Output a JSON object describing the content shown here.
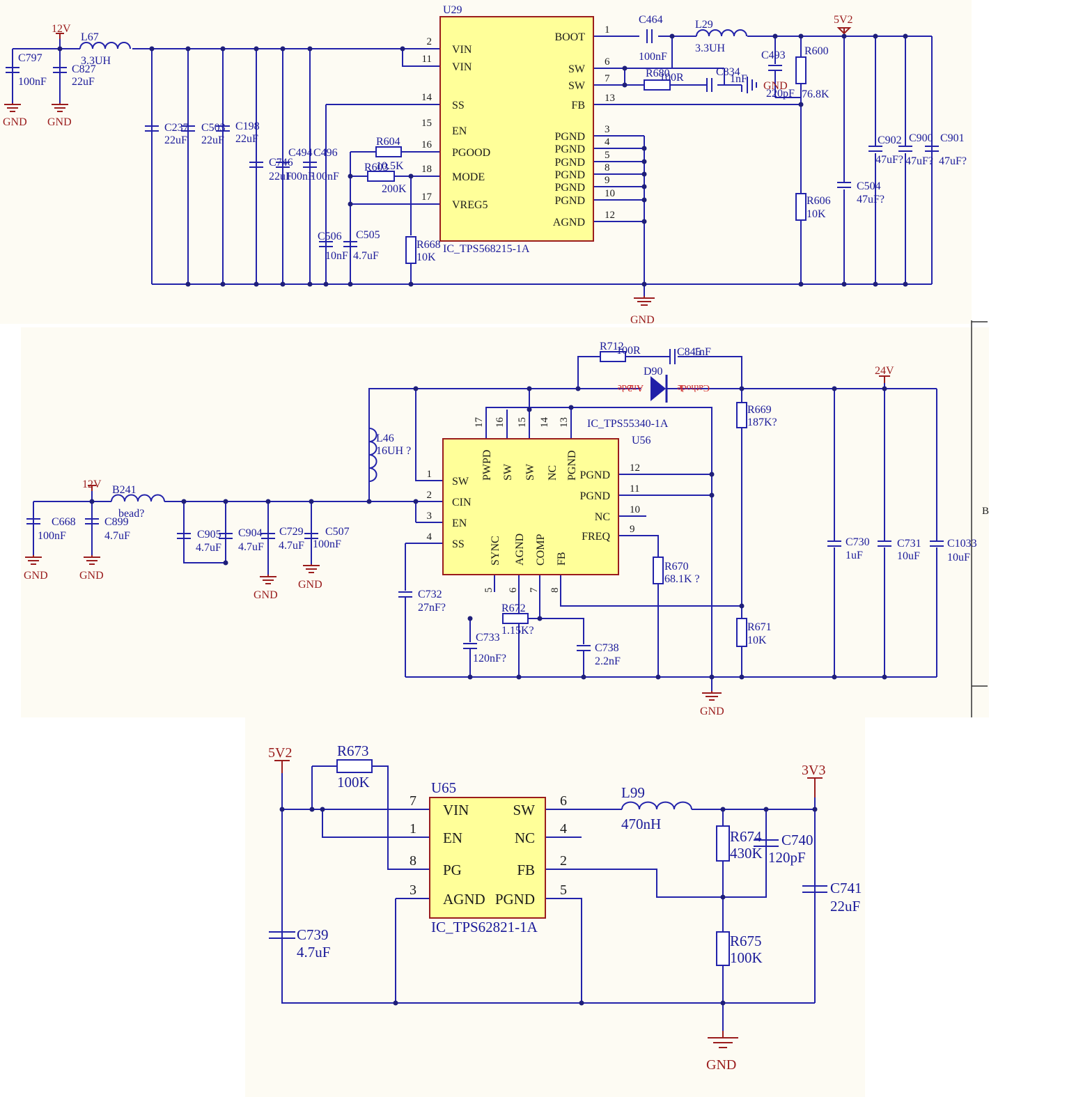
{
  "u29": {
    "ref": "U29",
    "part": "IC_TPS568215-1A",
    "left_pins": [
      {
        "num": "2",
        "name": "VIN"
      },
      {
        "num": "11",
        "name": "VIN"
      },
      {
        "num": "14",
        "name": "SS"
      },
      {
        "num": "15",
        "name": "EN"
      },
      {
        "num": "16",
        "name": "PGOOD"
      },
      {
        "num": "18",
        "name": "MODE"
      },
      {
        "num": "17",
        "name": "VREG5"
      }
    ],
    "right_pins": [
      {
        "num": "1",
        "name": "BOOT"
      },
      {
        "num": "6",
        "name": "SW"
      },
      {
        "num": "7",
        "name": "SW"
      },
      {
        "num": "13",
        "name": "FB"
      },
      {
        "num": "3",
        "name": "PGND"
      },
      {
        "num": "4",
        "name": "PGND"
      },
      {
        "num": "5",
        "name": "PGND"
      },
      {
        "num": "8",
        "name": "PGND"
      },
      {
        "num": "9",
        "name": "PGND"
      },
      {
        "num": "10",
        "name": "PGND"
      },
      {
        "num": "12",
        "name": "AGND"
      }
    ],
    "nets": {
      "vin": "12V",
      "vout": "5V2",
      "gnd": "GND"
    },
    "parts": [
      {
        "ref": "L67",
        "value": "3.3UH"
      },
      {
        "ref": "C797",
        "value": "100nF"
      },
      {
        "ref": "C827",
        "value": "22uF"
      },
      {
        "ref": "C237",
        "value": "22uF"
      },
      {
        "ref": "C503",
        "value": "22uF"
      },
      {
        "ref": "C198",
        "value": "22uF"
      },
      {
        "ref": "C746",
        "value": "22uF"
      },
      {
        "ref": "C494",
        "value": "100nF"
      },
      {
        "ref": "C496",
        "value": "100nF"
      },
      {
        "ref": "R604",
        "value": "10.5K"
      },
      {
        "ref": "R603",
        "value": "200K"
      },
      {
        "ref": "C506",
        "value": "10nF"
      },
      {
        "ref": "C505",
        "value": "4.7uF"
      },
      {
        "ref": "R668",
        "value": "10K"
      },
      {
        "ref": "C464",
        "value": "100nF"
      },
      {
        "ref": "L29",
        "value": "3.3UH"
      },
      {
        "ref": "R680",
        "value": "100R"
      },
      {
        "ref": "C834",
        "value": "1nF"
      },
      {
        "ref": "C493",
        "value": "220pF"
      },
      {
        "ref": "R600",
        "value": "76.8K"
      },
      {
        "ref": "R606",
        "value": "10K"
      },
      {
        "ref": "C504",
        "value": "47uF?"
      },
      {
        "ref": "C902",
        "value": "47uF?"
      },
      {
        "ref": "C900",
        "value": "47uF?"
      },
      {
        "ref": "C901",
        "value": "47uF?"
      }
    ]
  },
  "u56": {
    "ref": "U56",
    "part": "IC_TPS55340-1A",
    "left_pins": [
      {
        "num": "1",
        "name": "SW"
      },
      {
        "num": "2",
        "name": "CIN"
      },
      {
        "num": "3",
        "name": "EN"
      },
      {
        "num": "4",
        "name": "SS"
      }
    ],
    "right_pins": [
      {
        "num": "12",
        "name": "PGND"
      },
      {
        "num": "11",
        "name": "PGND"
      },
      {
        "num": "10",
        "name": "NC"
      },
      {
        "num": "9",
        "name": "FREQ"
      }
    ],
    "top_pins": [
      {
        "num": "17",
        "name": "PWPD"
      },
      {
        "num": "16",
        "name": "SW"
      },
      {
        "num": "15",
        "name": "SW"
      },
      {
        "num": "14",
        "name": "NC"
      },
      {
        "num": "13",
        "name": "PGND"
      }
    ],
    "bottom_pins": [
      {
        "num": "5",
        "name": "SYNC"
      },
      {
        "num": "6",
        "name": "AGND"
      },
      {
        "num": "7",
        "name": "COMP"
      },
      {
        "num": "8",
        "name": "FB"
      }
    ],
    "nets": {
      "vin": "12V",
      "vout": "24V",
      "gnd": "GND"
    },
    "diode": {
      "ref": "D90",
      "anode_pin": "2",
      "anode": "Anode",
      "cathode_pin": "1",
      "cathode": "Cathode"
    },
    "parts": [
      {
        "ref": "B241",
        "value": "bead?"
      },
      {
        "ref": "L46",
        "value": "16UH ?"
      },
      {
        "ref": "C668",
        "value": "100nF"
      },
      {
        "ref": "C899",
        "value": "4.7uF"
      },
      {
        "ref": "C905",
        "value": "4.7uF"
      },
      {
        "ref": "C904",
        "value": "4.7uF"
      },
      {
        "ref": "C729",
        "value": "4.7uF"
      },
      {
        "ref": "C507",
        "value": "100nF"
      },
      {
        "ref": "R712",
        "value": "100R"
      },
      {
        "ref": "C845",
        "value": "1nF"
      },
      {
        "ref": "R669",
        "value": "187K?"
      },
      {
        "ref": "R671",
        "value": "10K"
      },
      {
        "ref": "R670",
        "value": "68.1K ?"
      },
      {
        "ref": "C732",
        "value": "27nF?"
      },
      {
        "ref": "R672",
        "value": "1.15K?"
      },
      {
        "ref": "C733",
        "value": "120nF?"
      },
      {
        "ref": "C738",
        "value": "2.2nF"
      },
      {
        "ref": "C730",
        "value": "1uF"
      },
      {
        "ref": "C731",
        "value": "10uF"
      },
      {
        "ref": "C1033",
        "value": "10uF"
      }
    ]
  },
  "u65": {
    "ref": "U65",
    "part": "IC_TPS62821-1A",
    "left_pins": [
      {
        "num": "7",
        "name": "VIN"
      },
      {
        "num": "1",
        "name": "EN"
      },
      {
        "num": "8",
        "name": "PG"
      },
      {
        "num": "3",
        "name": "AGND"
      }
    ],
    "right_pins": [
      {
        "num": "6",
        "name": "SW"
      },
      {
        "num": "4",
        "name": "NC"
      },
      {
        "num": "2",
        "name": "FB"
      },
      {
        "num": "5",
        "name": "PGND"
      }
    ],
    "nets": {
      "vin": "5V2",
      "vout": "3V3",
      "gnd": "GND"
    },
    "parts": [
      {
        "ref": "R673",
        "value": "100K"
      },
      {
        "ref": "L99",
        "value": "470nH"
      },
      {
        "ref": "R674",
        "value": "430K"
      },
      {
        "ref": "C740",
        "value": "120pF"
      },
      {
        "ref": "C741",
        "value": "22uF"
      },
      {
        "ref": "R675",
        "value": "100K"
      },
      {
        "ref": "C739",
        "value": "4.7uF"
      }
    ]
  },
  "frame": {
    "edge_letter": "B"
  },
  "colors": {
    "wire": "#2222aa",
    "ic_fill": "#ffff99",
    "ic_border": "#9a1c1c",
    "power": "#9a1c1c",
    "diode": "#1f1fa8",
    "background": "#fdfbf3"
  }
}
